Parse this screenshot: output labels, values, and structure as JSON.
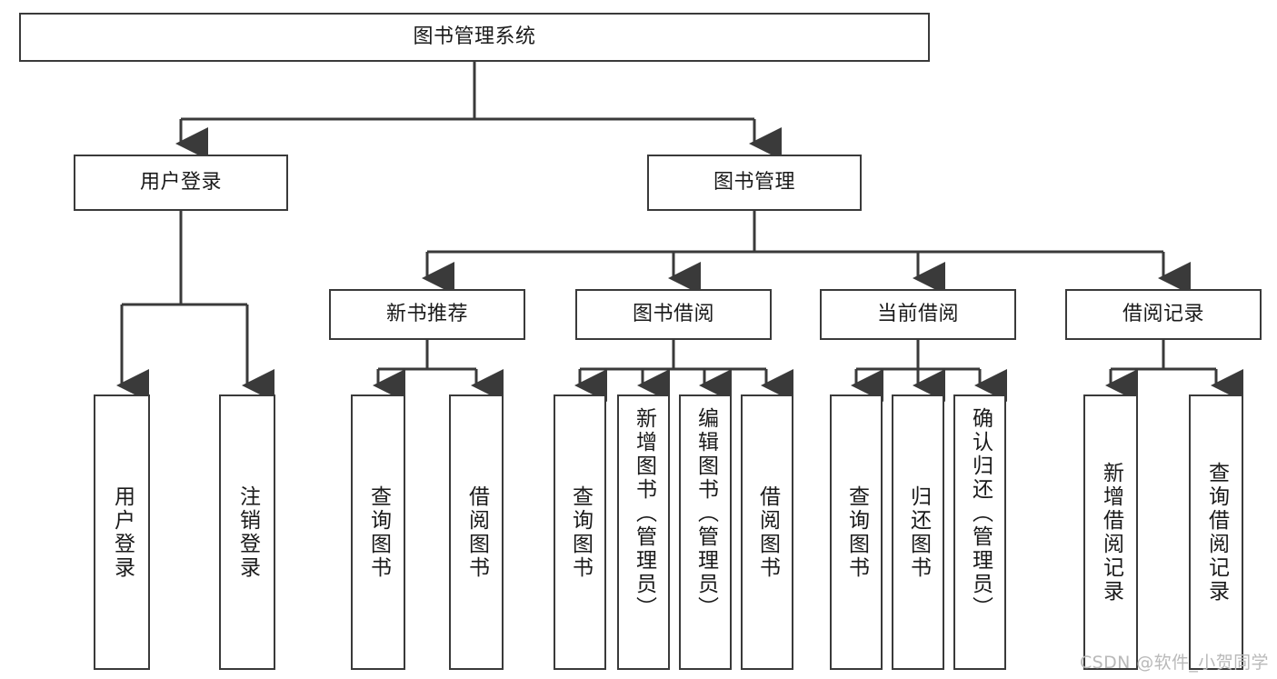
{
  "diagram": {
    "title": "图书管理系统",
    "type": "tree-hierarchy",
    "watermark": "CSDN @软件_小贺同学",
    "colors": {
      "stroke": "#3a3a3a",
      "fill": "#ffffff",
      "text": "#1a1a1a",
      "watermark": "#b9b9b9"
    },
    "root": {
      "label": "图书管理系统"
    },
    "level2": [
      {
        "label": "用户登录"
      },
      {
        "label": "图书管理"
      }
    ],
    "level3": [
      {
        "label": "新书推荐"
      },
      {
        "label": "图书借阅"
      },
      {
        "label": "当前借阅"
      },
      {
        "label": "借阅记录"
      }
    ],
    "leaves": {
      "user_login": [
        {
          "label": "用户登录"
        },
        {
          "label": "注销登录"
        }
      ],
      "new_book": [
        {
          "label": "查询图书"
        },
        {
          "label": "借阅图书"
        }
      ],
      "borrow_book": [
        {
          "label": "查询图书"
        },
        {
          "label": "新增图书（管理员）"
        },
        {
          "label": "编辑图书（管理员）"
        },
        {
          "label": "借阅图书"
        }
      ],
      "current_borrow": [
        {
          "label": "查询图书"
        },
        {
          "label": "归还图书"
        },
        {
          "label": "确认归还（管理员）"
        }
      ],
      "borrow_record": [
        {
          "label": "新增借阅记录"
        },
        {
          "label": "查询借阅记录"
        }
      ]
    }
  }
}
